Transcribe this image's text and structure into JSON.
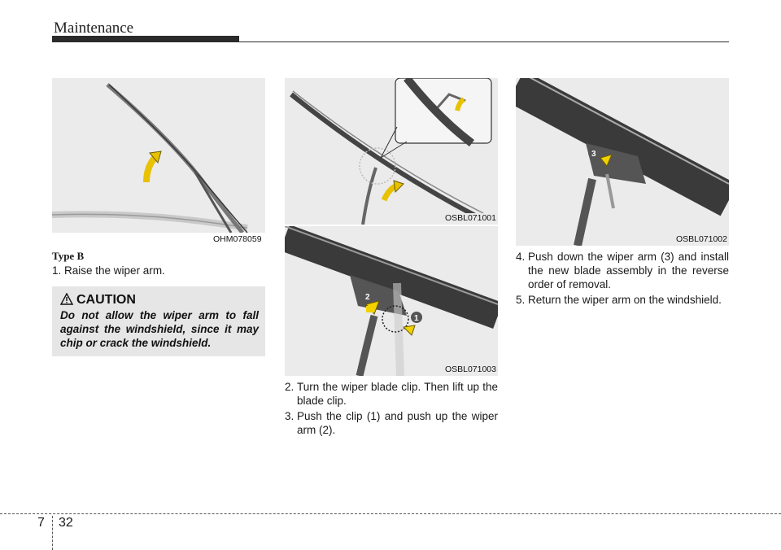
{
  "header": {
    "title": "Maintenance"
  },
  "figures": {
    "fig1_code": "OHM078059",
    "fig2_code": "OSBL071001",
    "fig3_code": "OSBL071003",
    "fig4_code": "OSBL071002",
    "callout_1": "1",
    "callout_2": "2",
    "callout_3": "3"
  },
  "left_column": {
    "type_label": "Type B",
    "step1_num": "1. ",
    "step1_text": "Raise the wiper arm.",
    "caution_title": "CAUTION",
    "caution_text": "Do not allow the wiper arm to fall against the windshield, since it may chip or crack the windshield."
  },
  "middle_column": {
    "step2_num": "2. ",
    "step2_text": "Turn the wiper blade clip. Then lift up the blade clip.",
    "step3_num": "3. ",
    "step3_text": "Push the clip (1) and push up the wiper arm (2)."
  },
  "right_column": {
    "step4_num": "4. ",
    "step4_text": "Push down the wiper arm (3) and install the new blade assembly in the reverse order of removal.",
    "step5_num": "5. ",
    "step5_text": "Return the wiper arm on the windshield."
  },
  "footer": {
    "chapter": "7",
    "page": "32"
  }
}
